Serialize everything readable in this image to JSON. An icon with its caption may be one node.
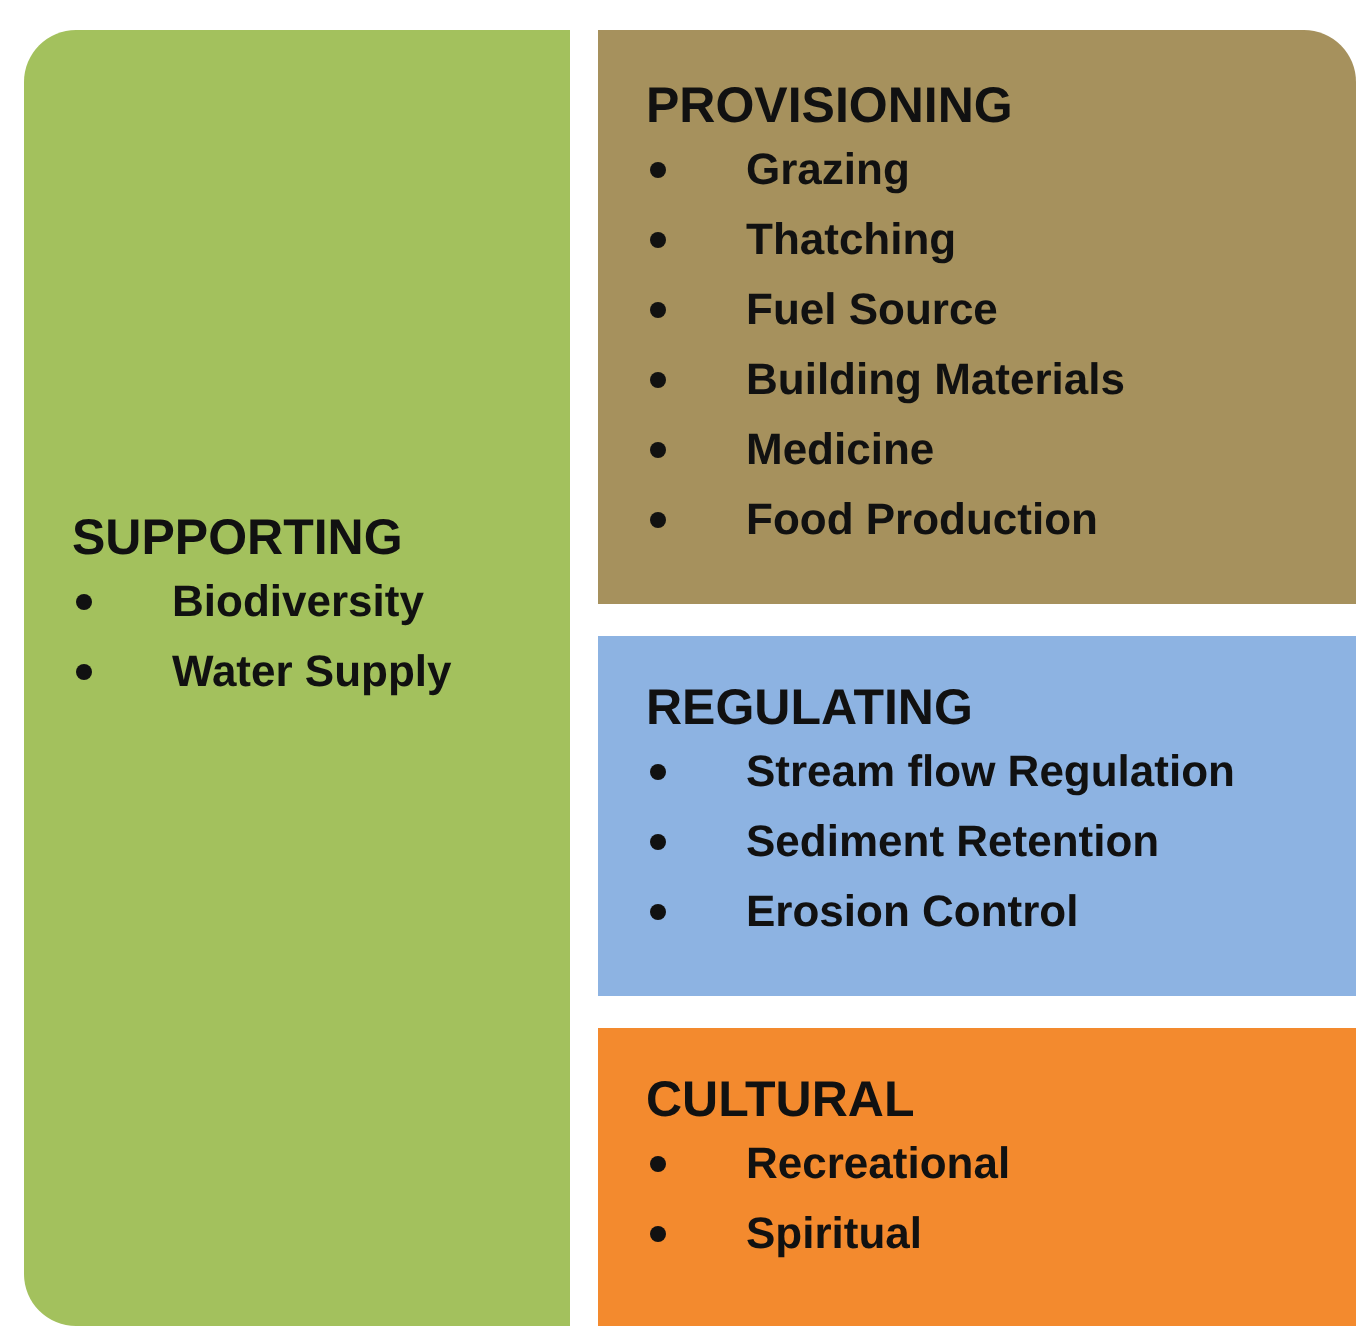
{
  "diagram": {
    "nodes": [
      {
        "text": [
          "SUPPORTING",
          "Biodiversity",
          "Water Supply"
        ]
      },
      {
        "text": [
          "PROVISIONING",
          "Grazing",
          "Thatching",
          "Fuel Source",
          "Building Materials",
          "Medicine",
          "Food Production"
        ]
      },
      {
        "text": [
          "REGULATING",
          "Stream flow Regulation",
          "Sediment Retention",
          "Erosion Control"
        ]
      },
      {
        "text": [
          "CULTURAL",
          "Recreational",
          "Spiritual"
        ]
      }
    ]
  }
}
